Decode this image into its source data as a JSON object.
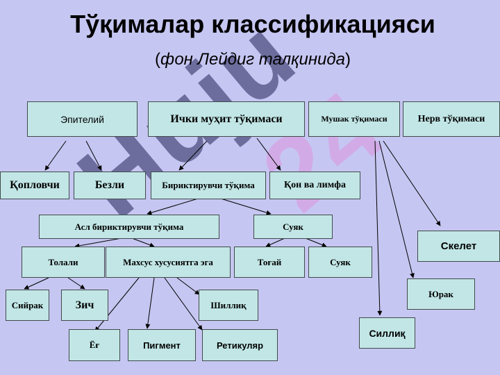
{
  "title": "Тўқималар классификацияси",
  "subtitle": {
    "open": "(",
    "text": "фон Лейдиг талқинида",
    "close": ")"
  },
  "watermark": {
    "left": "Huju",
    "right": "24"
  },
  "nodes": {
    "epiteliy": "Эпителий",
    "ichki": "Ички муҳит тўқимаси",
    "mushak": "Мушак тўқимаси",
    "nerv": "Нерв тўқимаси",
    "qoplovchi": "Қопловчи",
    "bezli": "Безли",
    "biriktiruvchi": "Бириктирувчи тўқима",
    "qon": "Қон  ва лимфа",
    "asl": "Асл бириктирувчи тўқима",
    "suyak1": "Суяк",
    "tolali": "Толали",
    "maxsus": "Махсус хусусиятга эга",
    "togay": "Тоғай",
    "suyak2": "Суяк",
    "skelet": "Скелет",
    "yurak": "Юрак",
    "siyrak": "Сийрак",
    "zich": "Зич",
    "shilliq": "Шиллиқ",
    "silliq": "Силлиқ",
    "yog": "Ёғ",
    "pigment": "Пигмент",
    "retikulyar": "Ретикуляр"
  }
}
